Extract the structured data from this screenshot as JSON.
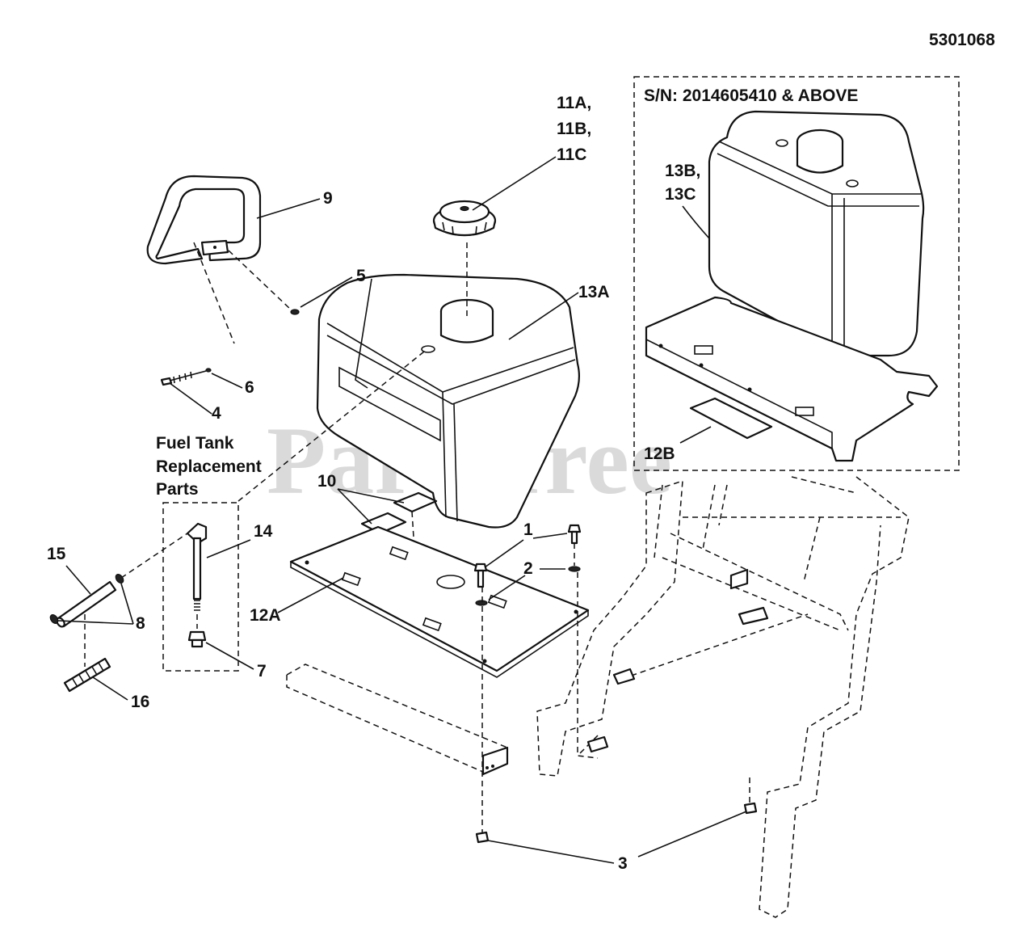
{
  "drawing_number": "5301068",
  "watermark": "PartsTree",
  "inset": {
    "title": "S/N: 2014605410 & ABOVE"
  },
  "group": {
    "title_line1": "Fuel Tank",
    "title_line2": "Replacement",
    "title_line3": "Parts"
  },
  "callouts": {
    "c1": "1",
    "c2": "2",
    "c3": "3",
    "c4": "4",
    "c5": "5",
    "c6": "6",
    "c7": "7",
    "c8": "8",
    "c9": "9",
    "c10": "10",
    "c11a": "11A,",
    "c11b": "11B,",
    "c11c": "11C",
    "c12a": "12A",
    "c12b": "12B",
    "c13a": "13A",
    "c13b": "13B,",
    "c13c": "13C",
    "c14": "14",
    "c15": "15",
    "c16": "16"
  }
}
